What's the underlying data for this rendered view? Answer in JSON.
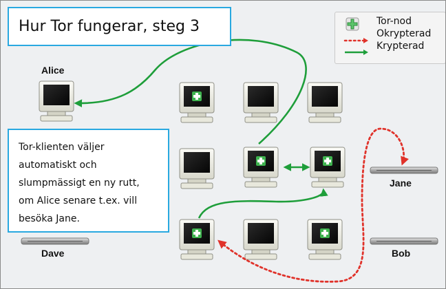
{
  "title": "Hur Tor fungerar, steg 3",
  "legend": {
    "node_label": "Tor-nod",
    "unencrypted_label": "Okrypterad",
    "encrypted_label": "Krypterad"
  },
  "info_text": [
    "Tor-klienten väljer",
    "automatiskt och",
    "slumpmässigt en ny rutt,",
    "om Alice senare t.ex. vill",
    "besöka Jane."
  ],
  "labels": {
    "alice": "Alice",
    "jane": "Jane",
    "dave": "Dave",
    "bob": "Bob"
  },
  "colors": {
    "encrypted": "#1e9e3a",
    "unencrypted": "#e0322a",
    "accent": "#28a8e0"
  }
}
